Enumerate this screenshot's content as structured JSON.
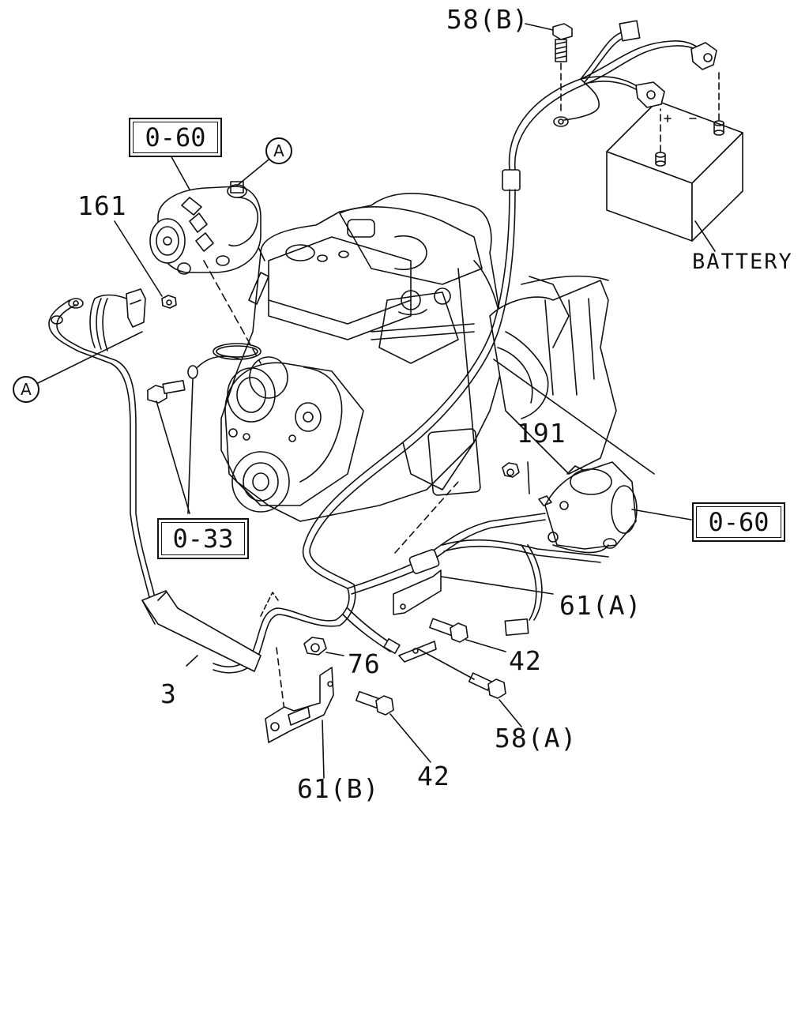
{
  "diagram": {
    "references": {
      "ref_alternator": "0-60",
      "ref_starter": "0-60",
      "ref_bracket": "0-33"
    },
    "connector_tags": {
      "tag_top": "A",
      "tag_left": "A"
    },
    "parts": {
      "p58b": "58(B)",
      "p161": "161",
      "p191": "191",
      "p61a": "61(A)",
      "p42a": "42",
      "p76": "76",
      "p3": "3",
      "p58a": "58(A)",
      "p42b": "42",
      "p61b": "61(B)"
    },
    "component_labels": {
      "battery": "BATTERY"
    }
  }
}
